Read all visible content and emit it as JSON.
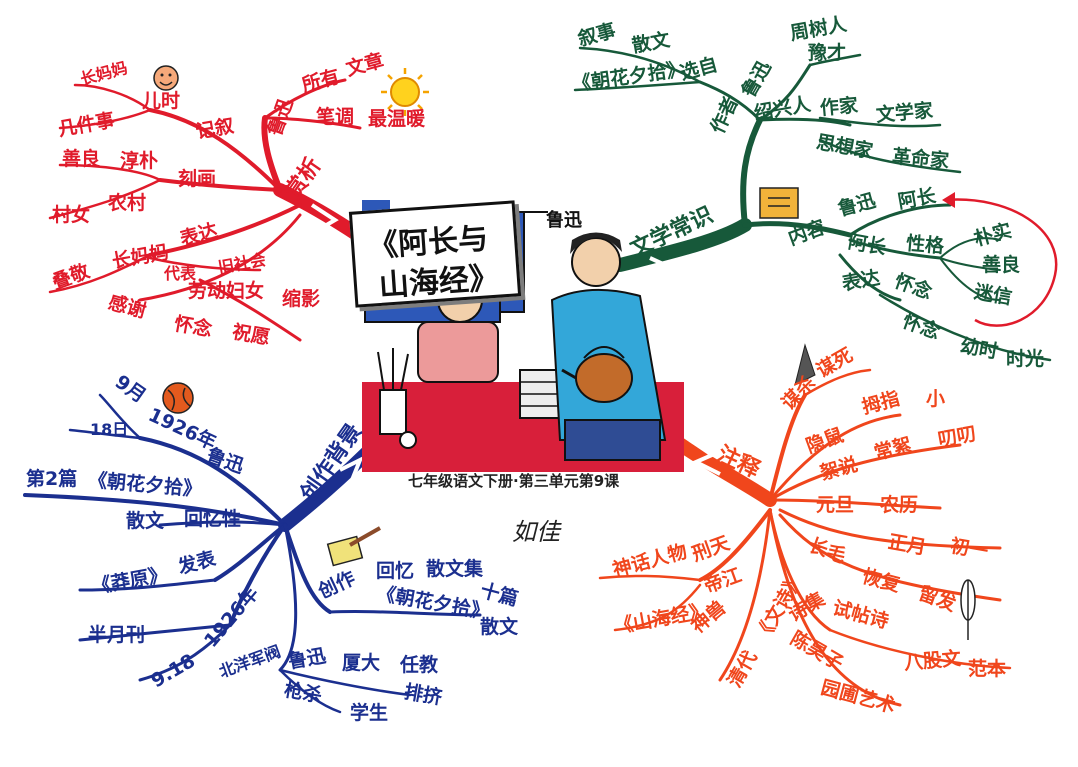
{
  "title": {
    "line1": "《阿长与",
    "line2": "山海经》",
    "author": "鲁迅"
  },
  "subtitle": "七年级语文下册·第三单元第9课",
  "signature": "如佳",
  "colors": {
    "red": "#e01b2b",
    "green": "#17593a",
    "blue": "#1b2f8f",
    "orange": "#f0461c"
  },
  "branches": {
    "appreciation": {
      "root": "赏析",
      "labels": [
        "长妈妈",
        "儿时",
        "几件事",
        "记叙",
        "善良",
        "淳朴",
        "刻画",
        "村女",
        "农村",
        "鲁迅",
        "所有",
        "文章",
        "笔调",
        "最温暖",
        "叠敬",
        "长妈妈",
        "表达",
        "代表",
        "旧社会",
        "劳动妇女",
        "缩影",
        "感谢",
        "怀念",
        "祝愿"
      ]
    },
    "literature": {
      "root": "文学常识",
      "labels": [
        "叙事",
        "散文",
        "《朝花夕拾》",
        "选自",
        "鲁迅",
        "周树人",
        "豫才",
        "作者",
        "绍兴人",
        "作家",
        "文学家",
        "思想家",
        "革命家",
        "内容",
        "鲁迅",
        "阿长",
        "阿长",
        "性格",
        "朴实",
        "善良",
        "迷信",
        "表达",
        "怀念",
        "怀念",
        "幼时",
        "时光"
      ]
    },
    "background": {
      "root": "创作背景",
      "labels": [
        "9月",
        "18日",
        "1926年",
        "鲁迅",
        "第2篇",
        "《朝花夕拾》",
        "散文",
        "回忆性",
        "《莽原》",
        "发表",
        "半月刊",
        "1926年",
        "9.18",
        "北洋军阀",
        "鲁迅",
        "厦大",
        "任教",
        "枪杀",
        "学生",
        "排挤",
        "创作",
        "回忆",
        "散文集",
        "《朝花夕拾》",
        "十篇",
        "散文"
      ]
    },
    "notes": {
      "root": "注释",
      "labels": [
        "谋杀",
        "谋死",
        "隐鼠",
        "拇指",
        "小",
        "絮说",
        "常絮",
        "叨叨",
        "元旦",
        "农历",
        "正月",
        "初一",
        "长毛",
        "恢复",
        "留发",
        "神话人物",
        "刑天",
        "帝江",
        "《山海经》",
        "神兽",
        "《文诗》",
        "诗集",
        "试帖诗",
        "八股文",
        "范本",
        "清代",
        "陈昊子",
        "园圃艺术"
      ]
    }
  }
}
